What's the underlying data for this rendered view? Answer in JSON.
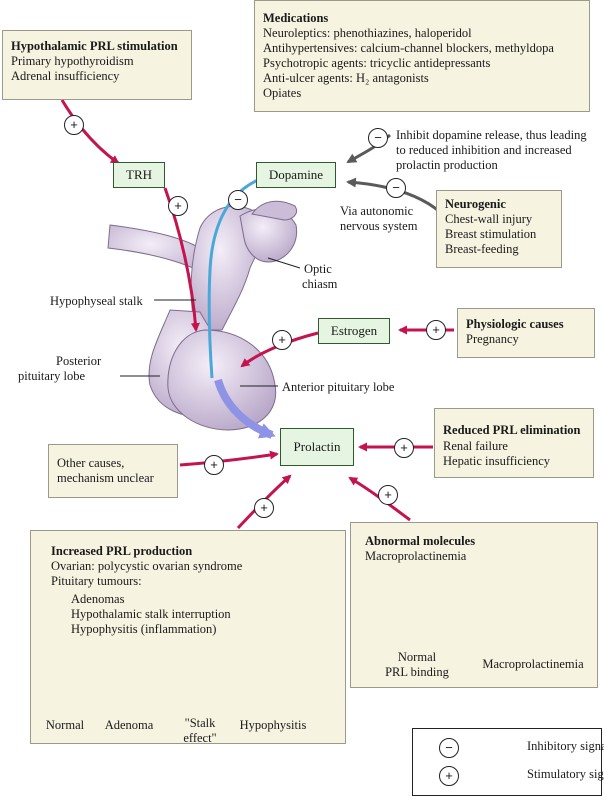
{
  "medications": {
    "title": "Medications",
    "lines": [
      "Neuroleptics: phenothiazines, haloperidol",
      "Antihypertensives: calcium-channel blockers, methyldopa",
      "Psychotropic agents: tricyclic antidepressants",
      "Anti-ulcer agents: H₂ antagonists",
      "Opiates"
    ]
  },
  "hypothalamic": {
    "title": "Hypothalamic PRL stimulation",
    "lines": [
      "Primary hypothyroidism",
      "Adrenal insufficiency"
    ]
  },
  "inhibit_note": {
    "lines": [
      "Inhibit dopamine release, thus leading",
      "to reduced inhibition and increased",
      "prolactin production"
    ]
  },
  "neurogenic": {
    "title": "Neurogenic",
    "lines": [
      "Chest-wall injury",
      "Breast stimulation",
      "Breast-feeding"
    ]
  },
  "autonomic_note": {
    "lines": [
      "Via autonomic",
      "nervous system"
    ]
  },
  "labels": {
    "trh": "TRH",
    "dopamine": "Dopamine",
    "estrogen": "Estrogen",
    "prolactin": "Prolactin",
    "optic_chiasm": [
      "Optic",
      "chiasm"
    ],
    "hypophyseal_stalk": "Hypophyseal stalk",
    "posterior_lobe": [
      "Posterior",
      "pituitary lobe"
    ],
    "anterior_lobe": "Anterior pituitary lobe"
  },
  "physiologic": {
    "title": "Physiologic causes",
    "lines": [
      "Pregnancy"
    ]
  },
  "reduced_elim": {
    "title": "Reduced PRL elimination",
    "lines": [
      "Renal failure",
      "Hepatic insufficiency"
    ]
  },
  "other_causes": {
    "lines": [
      "Other causes,",
      "mechanism unclear"
    ]
  },
  "increased_prod": {
    "title": "Increased PRL production",
    "lines": [
      "Ovarian: polycystic ovarian syndrome",
      "Pituitary tumours:"
    ],
    "sub_lines": [
      "Adenomas",
      "Hypothalamic stalk interruption",
      "Hypophysitis (inflammation)"
    ],
    "pituitary_captions": [
      "Normal",
      "Adenoma",
      "\"Stalk\neffect\"",
      "Hypophysitis"
    ]
  },
  "abnormal": {
    "title": "Abnormal molecules",
    "lines": [
      "Macroprolactinemia"
    ],
    "caption_left": [
      "Normal",
      "PRL binding"
    ],
    "caption_right": "Macroprolactinemia"
  },
  "legend": {
    "inhibitory_symbol": "−",
    "inhibitory": "Inhibitory signal",
    "stimulatory_symbol": "+",
    "stimulatory": "Stimulatory signal"
  },
  "signs": {
    "plus": "+",
    "minus": "−"
  },
  "colors": {
    "stimulatory": "#c4134d",
    "inhibitory": "#4aa8d8",
    "neutral_arrow": "#5a5a5a",
    "box_fill": "#f6f3e0",
    "green_box": "#e6f5e2",
    "pituitary": "#d8cde3",
    "hypophysitis": "#f2a2cf",
    "receptor": "#8a7fd0"
  }
}
